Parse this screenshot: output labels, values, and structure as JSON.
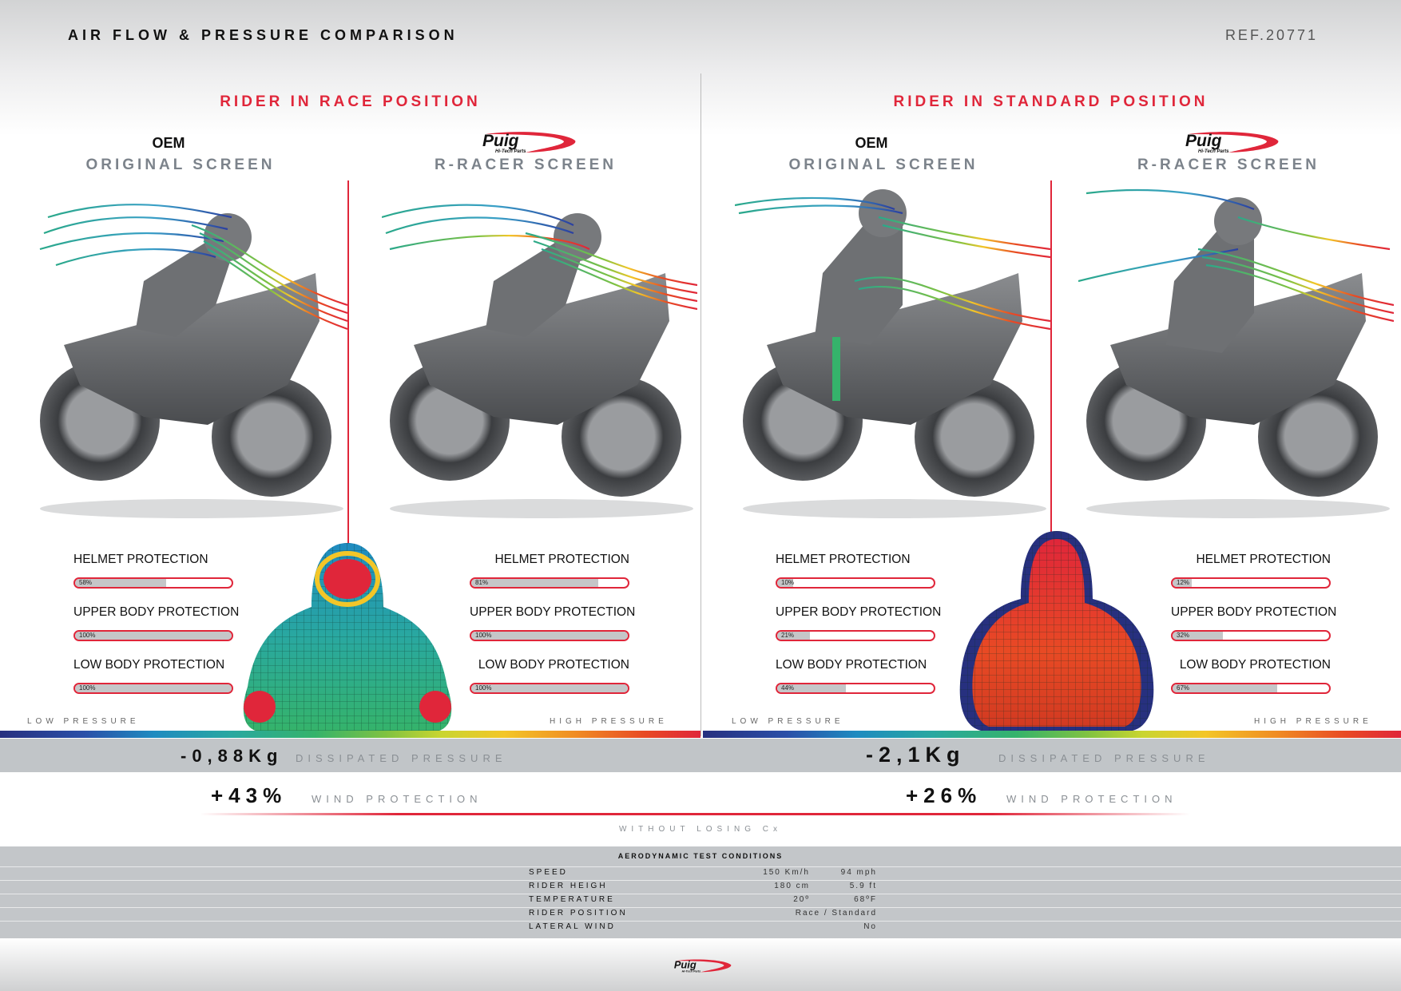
{
  "header": {
    "title": "AIR FLOW & PRESSURE COMPARISON",
    "ref": "REF.20771"
  },
  "colors": {
    "accent_red": "#e0263a",
    "label_grey": "#7c838b",
    "band_grey": "#c1c5c8"
  },
  "sections": [
    {
      "title": "RIDER IN RACE POSITION",
      "columns": [
        {
          "brand": "OEM",
          "brand_type": "text",
          "screen": "ORIGINAL SCREEN",
          "protection": [
            {
              "label": "HELMET PROTECTION",
              "percent": 58,
              "percent_label": "58%"
            },
            {
              "label": "UPPER BODY PROTECTION",
              "percent": 100,
              "percent_label": "100%"
            },
            {
              "label": "LOW BODY PROTECTION",
              "percent": 100,
              "percent_label": "100%"
            }
          ]
        },
        {
          "brand": "Puig",
          "brand_sub": "Hi-Tech Parts",
          "brand_type": "logo",
          "screen": "R-RACER SCREEN",
          "protection": [
            {
              "label": "HELMET PROTECTION",
              "percent": 81,
              "percent_label": "81%"
            },
            {
              "label": "UPPER BODY PROTECTION",
              "percent": 100,
              "percent_label": "100%"
            },
            {
              "label": "LOW BODY PROTECTION",
              "percent": 100,
              "percent_label": "100%"
            }
          ]
        }
      ],
      "pressure_low": "LOW PRESSURE",
      "pressure_high": "HIGH PRESSURE",
      "dissipated_value": "-0,88Kg",
      "dissipated_caption": "DISSIPATED PRESSURE",
      "wind_value": "+43%",
      "wind_caption": "WIND PROTECTION"
    },
    {
      "title": "RIDER IN STANDARD POSITION",
      "columns": [
        {
          "brand": "OEM",
          "brand_type": "text",
          "screen": "ORIGINAL SCREEN",
          "protection": [
            {
              "label": "HELMET PROTECTION",
              "percent": 10,
              "percent_label": "10%"
            },
            {
              "label": "UPPER BODY PROTECTION",
              "percent": 21,
              "percent_label": "21%"
            },
            {
              "label": "LOW BODY PROTECTION",
              "percent": 44,
              "percent_label": "44%"
            }
          ]
        },
        {
          "brand": "Puig",
          "brand_sub": "Hi-Tech Parts",
          "brand_type": "logo",
          "screen": "R-RACER SCREEN",
          "protection": [
            {
              "label": "HELMET PROTECTION",
              "percent": 12,
              "percent_label": "12%"
            },
            {
              "label": "UPPER BODY PROTECTION",
              "percent": 32,
              "percent_label": "32%"
            },
            {
              "label": "LOW BODY PROTECTION",
              "percent": 67,
              "percent_label": "67%"
            }
          ]
        }
      ],
      "pressure_low": "LOW PRESSURE",
      "pressure_high": "HIGH PRESSURE",
      "dissipated_value": "-2,1Kg",
      "dissipated_caption": "DISSIPATED PRESSURE",
      "wind_value": "+26%",
      "wind_caption": "WIND PROTECTION"
    }
  ],
  "cx_note": "WITHOUT LOSING Cx",
  "test_conditions": {
    "title": "AERODYNAMIC TEST CONDITIONS",
    "rows": [
      {
        "label": "SPEED",
        "metric": "150 Km/h",
        "imperial": "94 mph"
      },
      {
        "label": "RIDER HEIGH",
        "metric": "180 cm",
        "imperial": "5.9 ft"
      },
      {
        "label": "TEMPERATURE",
        "metric": "20º",
        "imperial": "68ºF"
      },
      {
        "label": "RIDER POSITION",
        "single": "Race / Standard"
      },
      {
        "label": "LATERAL WIND",
        "single": "No"
      }
    ]
  },
  "footer": {
    "brand": "Puig",
    "brand_sub": "Hi-Tech Parts"
  }
}
